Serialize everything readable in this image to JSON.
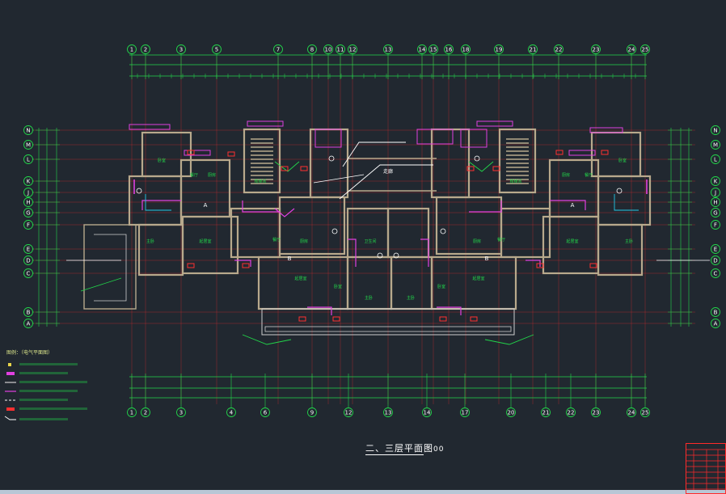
{
  "drawing": {
    "title": "二、三层平面图",
    "title_suffix": "00",
    "legend_heading": "图例：（电气平面图）"
  },
  "axes": {
    "top": [
      "1",
      "2",
      "3",
      "5",
      "7",
      "8",
      "10",
      "11",
      "12",
      "13",
      "14",
      "15",
      "16",
      "18",
      "19",
      "21",
      "22",
      "23",
      "24",
      "25"
    ],
    "bottom": [
      "1",
      "2",
      "3",
      "4",
      "6",
      "9",
      "12",
      "13",
      "14",
      "17",
      "20",
      "21",
      "22",
      "23",
      "24",
      "25"
    ],
    "rows": [
      "N",
      "M",
      "L",
      "K",
      "J",
      "H",
      "G",
      "F",
      "E",
      "D",
      "C",
      "B",
      "A"
    ]
  },
  "rooms": {
    "living": "起居室",
    "bedroom": "卧室",
    "master": "主卧",
    "kitchen": "厨房",
    "bath": "卫生间",
    "dining": "餐厅",
    "corridor": "走廊",
    "stair": "楼梯间",
    "unit_a": "A",
    "unit_b": "B"
  },
  "colors": {
    "background": "#212830",
    "wall": "#b8a98c",
    "grid_red": "#ff2a2a",
    "green": "#22d64a",
    "magenta": "#e040e0",
    "cyan": "#22c8e6",
    "white": "#ffffff",
    "yellow": "#e8d44a"
  }
}
